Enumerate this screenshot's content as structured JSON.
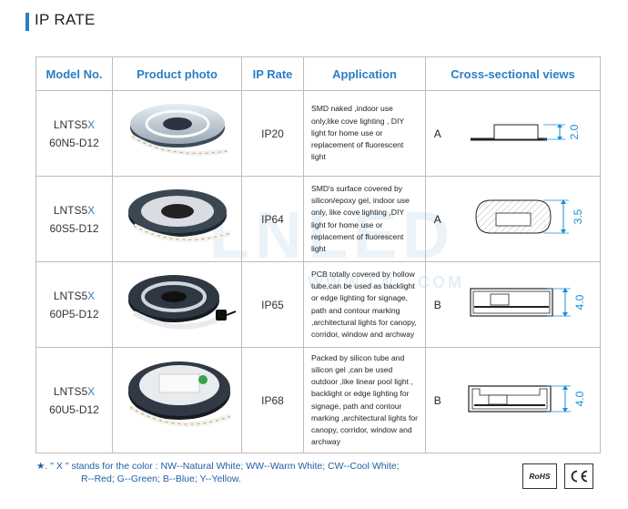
{
  "page": {
    "title": "IP RATE"
  },
  "watermark": {
    "text": "LNLED",
    "url": "WWW.LN...COM"
  },
  "table": {
    "headers": {
      "model": "Model No.",
      "photo": "Product photo",
      "ip": "IP Rate",
      "application": "Application",
      "views": "Cross-sectional views"
    },
    "rows": [
      {
        "model_prefix": "LNTS5",
        "model_x": "X",
        "model_suffix": "60N5-D12",
        "ip": "IP20",
        "application": "SMD naked ,indoor use only,like cove lighting , DIY light for home use or replacement of fluorescent light",
        "code": "A",
        "dimension": "2.0"
      },
      {
        "model_prefix": "LNTS5",
        "model_x": "X",
        "model_suffix": "60S5-D12",
        "ip": "IP64",
        "application": "SMD's surface covered by silicon/epoxy gel, indoor use only, like cove lighting ,DIY light for home use or replacement of fluorescent light",
        "code": "A",
        "dimension": "3.5"
      },
      {
        "model_prefix": "LNTS5",
        "model_x": "X",
        "model_suffix": "60P5-D12",
        "ip": "IP65",
        "application": "PCB totally covered by hollow tube,can be used as backlight or edge lighting for signage, path and contour marking ,architectural lights for canopy, corridor, window and archway",
        "code": "B",
        "dimension": "4.0"
      },
      {
        "model_prefix": "LNTS5",
        "model_x": "X",
        "model_suffix": "60U5-D12",
        "ip": "IP68",
        "application": "Packed by silicon tube and silicon gel ,can be used outdoor ,like linear pool light , backlight or edge lighting for signage, path and contour marking ,architectural lights for canopy, corridor, window and archway",
        "code": "B",
        "dimension": "4.0"
      }
    ]
  },
  "footnote": {
    "line1": "★. \" X \" stands for the color : NW--Natural White; WW--Warm White; CW--Cool White;",
    "line2": "R--Red; G--Green; B--Blue; Y--Yellow."
  },
  "certifications": {
    "rohs": "RoHS",
    "ce": "CE"
  },
  "colors": {
    "accent": "#2a7fc4",
    "dimension": "#1a8fd6",
    "border": "#bdbdbd"
  },
  "icons": [
    "led-strip-reel-image",
    "cross-section-diagram",
    "rohs-mark-icon",
    "ce-mark-icon"
  ]
}
